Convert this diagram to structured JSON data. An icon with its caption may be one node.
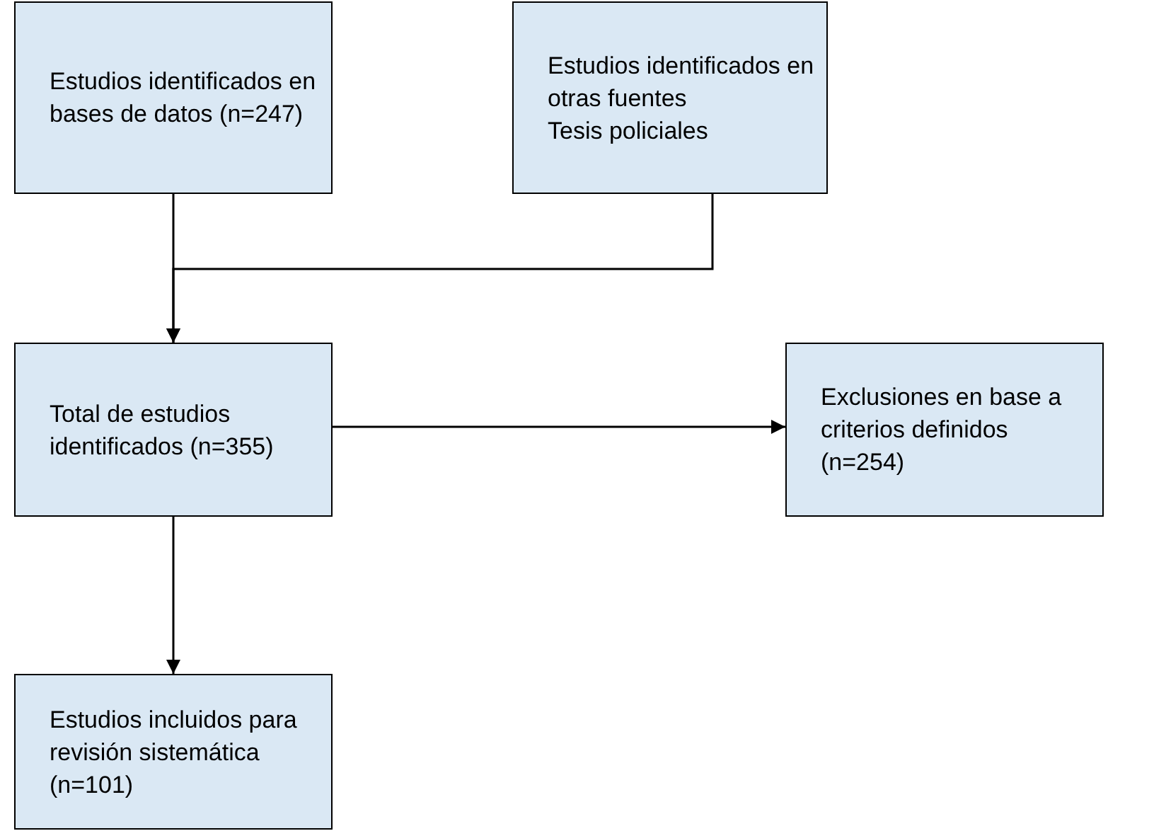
{
  "diagram": {
    "nodes": [
      {
        "text": [
          "Estudios identificados en bases de datos (n=247)"
        ]
      },
      {
        "text": [
          "Estudios identificados en otras fuentes",
          "Tesis policiales"
        ]
      },
      {
        "text": [
          "Total de estudios identificados (n=355)"
        ]
      },
      {
        "text": [
          "Exclusiones en base a criterios definidos (n=254)"
        ]
      },
      {
        "text": [
          "Estudios incluidos para revisión sistemática (n=101)"
        ]
      }
    ],
    "edges": [
      {
        "from": 0,
        "to": 2,
        "arrow": "to"
      },
      {
        "from": 1,
        "to": 2,
        "arrow": "to"
      },
      {
        "from": 2,
        "to": 3,
        "arrow": "to"
      },
      {
        "from": 2,
        "to": 4,
        "arrow": "to"
      }
    ]
  }
}
